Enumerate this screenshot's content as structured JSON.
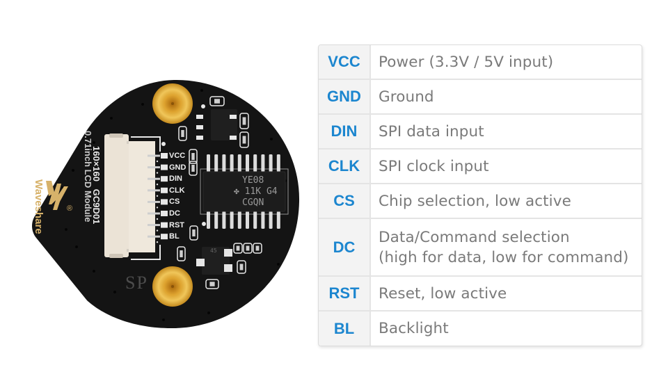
{
  "colors": {
    "pin_label": "#1c86cf",
    "description_text": "#7a7a7a",
    "name_cell_bg": "#f3f3f3",
    "board": "#141414",
    "gold": "#d9a634",
    "silkscreen": "#e8e8e8"
  },
  "board": {
    "brand": "Waveshare",
    "logo_icon": "waveshare-logo",
    "registered_mark": "®",
    "module_line1": "0.71inch LCD Module",
    "module_line2": "160×160   GC9D01",
    "connector_pins": [
      "VCC",
      "GND",
      "DIN",
      "CLK",
      "CS",
      "DC",
      "RST",
      "BL"
    ],
    "chip_marking": [
      "YE08",
      "11K G4",
      "CGQN"
    ],
    "small_chip_marking": "45",
    "watermark": "SP"
  },
  "pin_table": {
    "rows": [
      {
        "pin": "VCC",
        "description": [
          "Power (3.3V / 5V input)"
        ]
      },
      {
        "pin": "GND",
        "description": [
          "Ground"
        ]
      },
      {
        "pin": "DIN",
        "description": [
          "SPI data input"
        ]
      },
      {
        "pin": "CLK",
        "description": [
          "SPI clock input"
        ]
      },
      {
        "pin": "CS",
        "description": [
          "Chip selection, low active"
        ]
      },
      {
        "pin": "DC",
        "description": [
          "Data/Command selection",
          "(high for data, low for command)"
        ]
      },
      {
        "pin": "RST",
        "description": [
          "Reset, low active"
        ]
      },
      {
        "pin": "BL",
        "description": [
          "Backlight"
        ]
      }
    ]
  }
}
